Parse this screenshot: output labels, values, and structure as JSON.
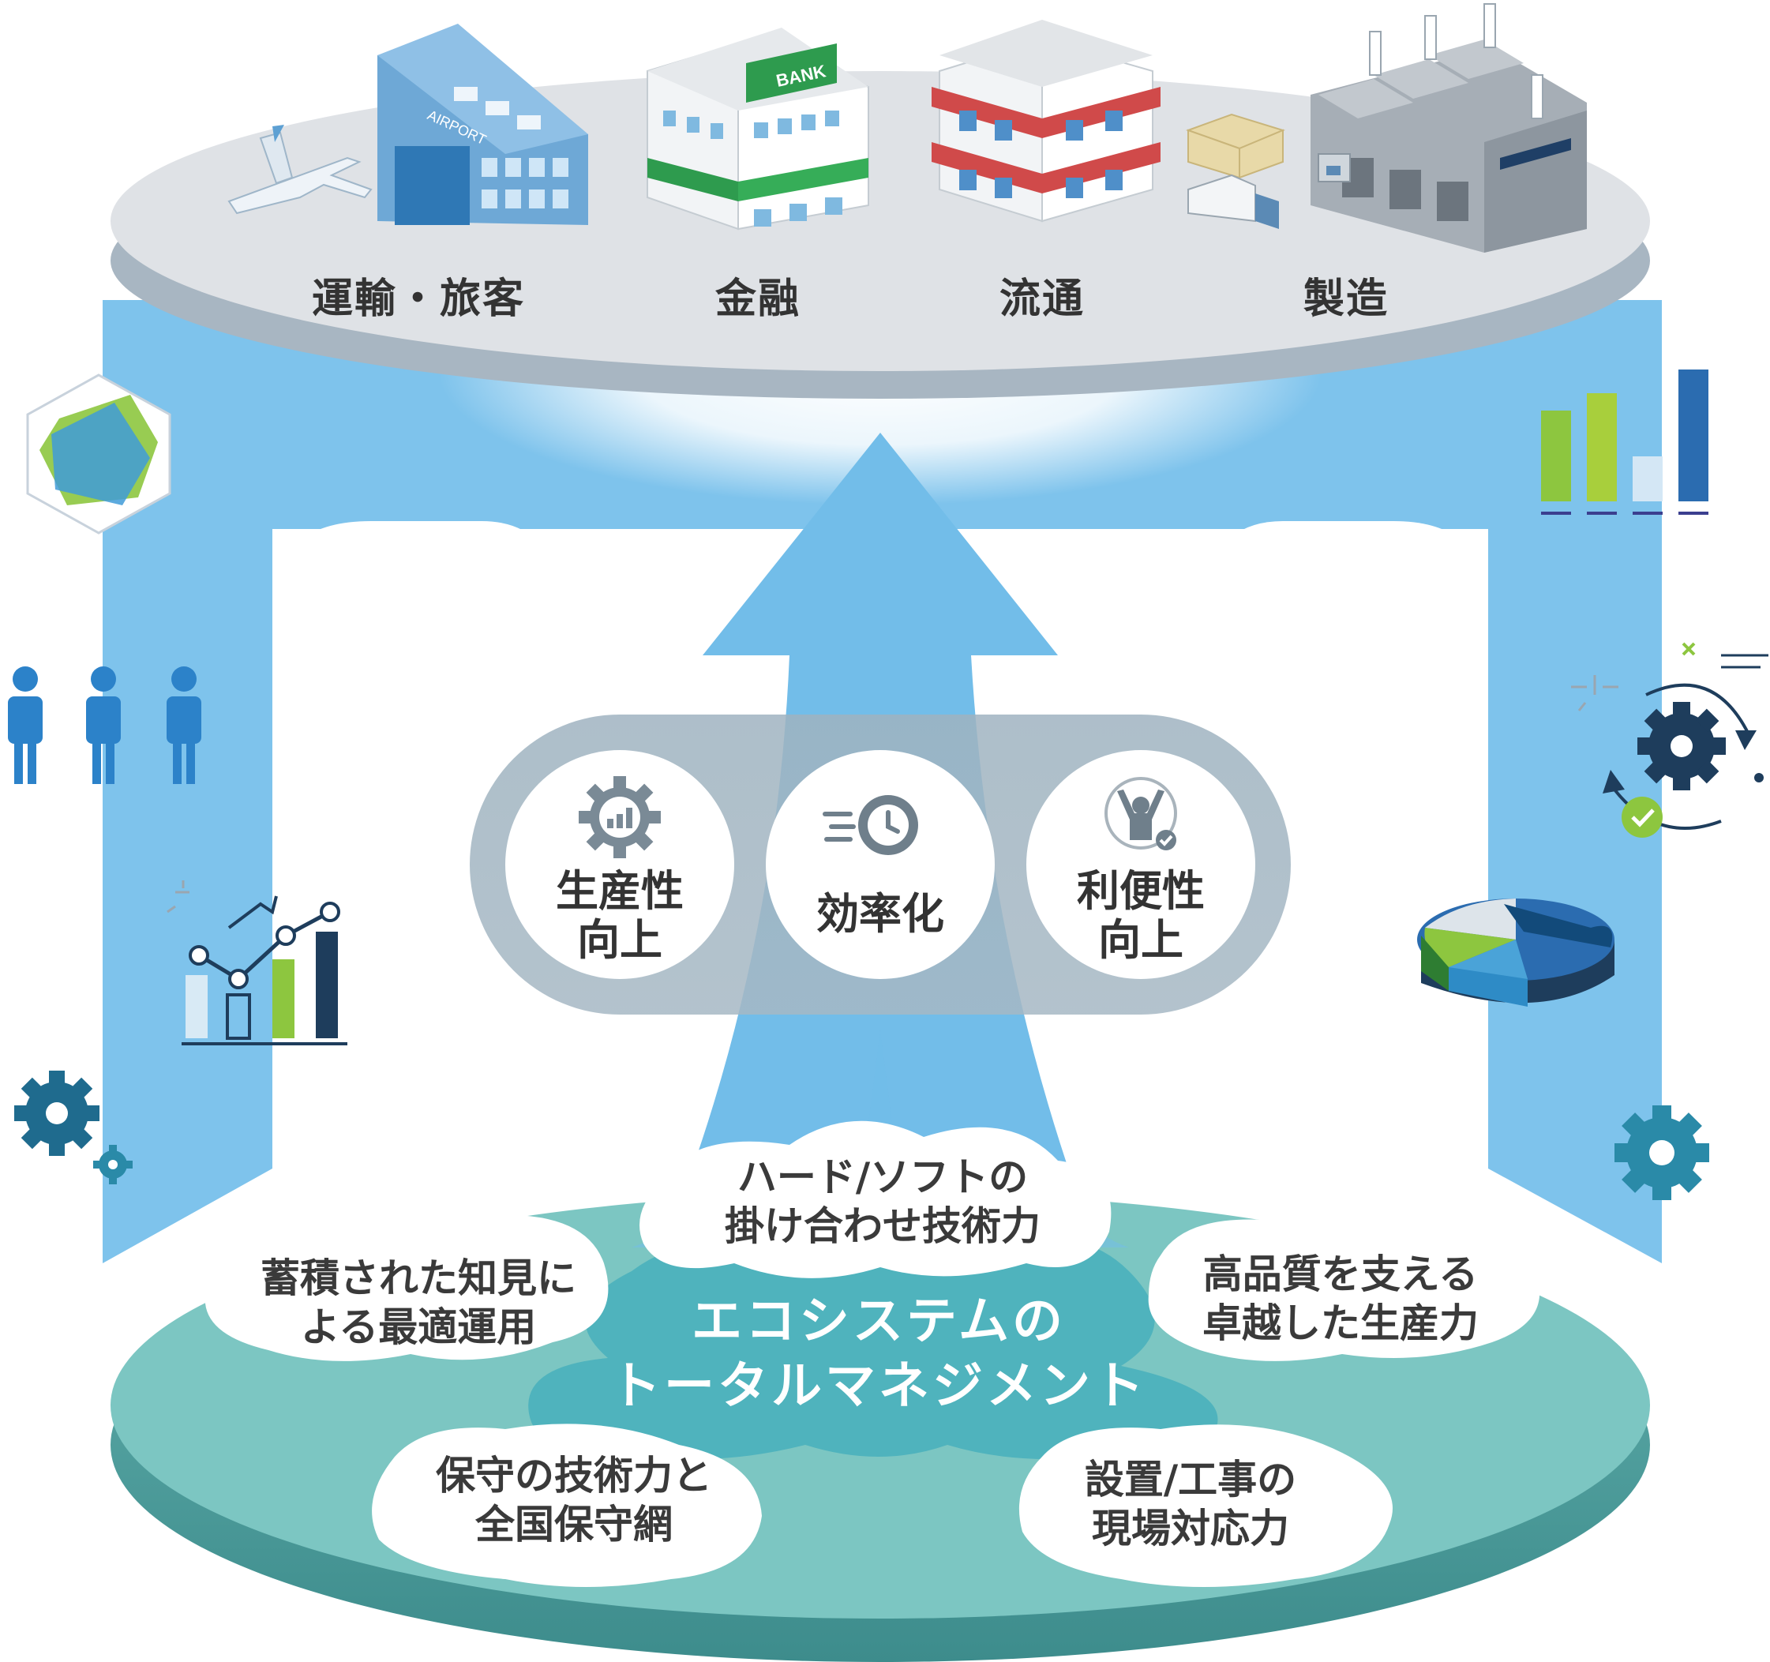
{
  "industries": [
    {
      "label": "運輸・旅客",
      "icon": "airport-icon"
    },
    {
      "label": "金融",
      "icon": "bank-icon"
    },
    {
      "label": "流通",
      "icon": "store-icon"
    },
    {
      "label": "製造",
      "icon": "factory-icon"
    }
  ],
  "building_signs": {
    "airport": "AIRPORT",
    "bank": "BANK"
  },
  "benefits": [
    {
      "line1": "生産性",
      "line2": "向上",
      "icon": "productivity-gear-icon"
    },
    {
      "line1": "効率化",
      "line2": "",
      "icon": "speed-clock-icon"
    },
    {
      "line1": "利便性",
      "line2": "向上",
      "icon": "happy-user-icon"
    }
  ],
  "core": {
    "line1": "エコシステムの",
    "line2": "トータルマネジメント"
  },
  "strengths": {
    "top": {
      "line1": "ハード/ソフトの",
      "line2": "掛け合わせ技術力"
    },
    "left": {
      "line1": "蓄積された知見に",
      "line2": "よる最適運用"
    },
    "right": {
      "line1": "高品質を支える",
      "line2": "卓越した生産力"
    },
    "bottom_left": {
      "line1": "保守の技術力と",
      "line2": "全国保守網"
    },
    "bottom_right": {
      "line1": "設置/工事の",
      "line2": "現場対応力"
    }
  },
  "colors": {
    "top_disk": "#dfe2e6",
    "top_disk_edge": "#a8b6c2",
    "flow_blue": "#7ec3ec",
    "arrow_blue": "#72bde9",
    "pill_gray": "#a3b5c1",
    "base_teal": "#7cc6c2",
    "base_teal_dark": "#56a8a7",
    "core_teal": "#4fb3bd",
    "navy": "#1e4e79",
    "green": "#8dc63f"
  },
  "decorative_icons": [
    "radar-chart-icon",
    "people-icon",
    "growth-chart-icon",
    "gears-icon",
    "bar-chart-icon",
    "process-cycle-icon",
    "pie-chart-icon",
    "gear-icon"
  ]
}
